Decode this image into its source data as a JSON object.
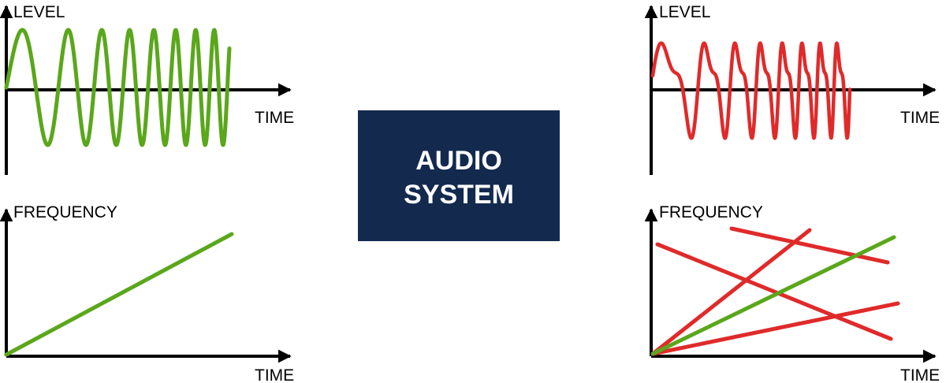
{
  "colors": {
    "input_signal": "#5aa71b",
    "distortion": "#e02a2a",
    "system_box": "#132a4e",
    "axis": "#000000"
  },
  "input_panel": {
    "level_plot": {
      "y_label": "LEVEL",
      "x_label": "TIME"
    },
    "frequency_plot": {
      "y_label": "FREQUENCY",
      "x_label": "TIME"
    }
  },
  "system": {
    "line1": "AUDIO",
    "line2": "SYSTEM"
  },
  "output_panel": {
    "level_plot": {
      "y_label": "LEVEL",
      "x_label": "TIME"
    },
    "frequency_plot": {
      "y_label": "FREQUENCY",
      "x_label": "TIME"
    }
  }
}
